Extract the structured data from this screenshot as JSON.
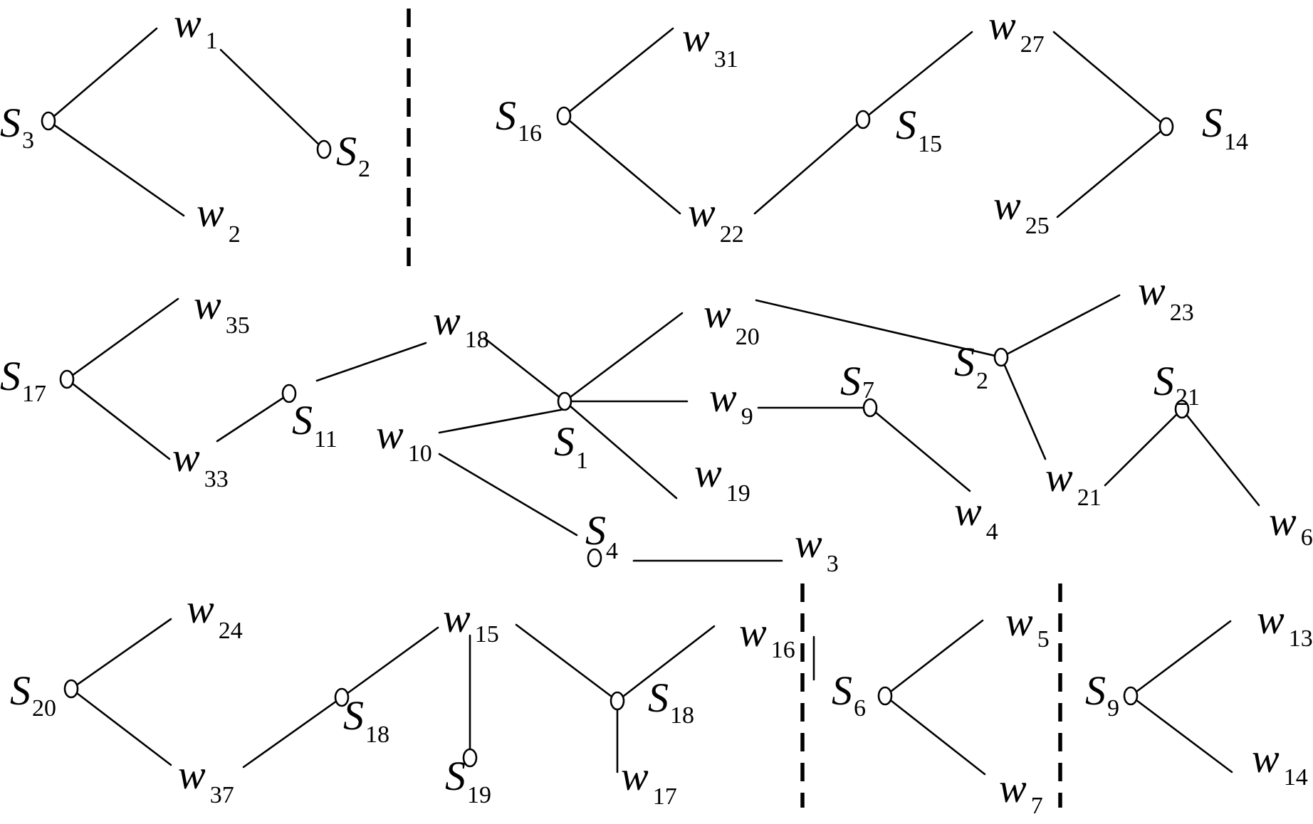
{
  "diagram": {
    "colors": {
      "line": "#000000",
      "background": "#ffffff"
    },
    "labels": {
      "s3": {
        "base": "S",
        "sub": "3"
      },
      "s2a": {
        "base": "S",
        "sub": "2"
      },
      "w1": {
        "base": "w",
        "sub": "1"
      },
      "w2": {
        "base": "w",
        "sub": "2"
      },
      "s16": {
        "base": "S",
        "sub": "16"
      },
      "w31": {
        "base": "w",
        "sub": "31"
      },
      "w22": {
        "base": "w",
        "sub": "22"
      },
      "s15": {
        "base": "S",
        "sub": "15"
      },
      "w27": {
        "base": "w",
        "sub": "27"
      },
      "s14": {
        "base": "S",
        "sub": "14"
      },
      "w25": {
        "base": "w",
        "sub": "25"
      },
      "s17": {
        "base": "S",
        "sub": "17"
      },
      "w35": {
        "base": "w",
        "sub": "35"
      },
      "w33": {
        "base": "w",
        "sub": "33"
      },
      "s11": {
        "base": "S",
        "sub": "11"
      },
      "w18": {
        "base": "w",
        "sub": "18"
      },
      "s1": {
        "base": "S",
        "sub": "1"
      },
      "w10": {
        "base": "w",
        "sub": "10"
      },
      "w20": {
        "base": "w",
        "sub": "20"
      },
      "w9": {
        "base": "w",
        "sub": "9"
      },
      "w19": {
        "base": "w",
        "sub": "19"
      },
      "s4": {
        "base": "S",
        "sub": "4"
      },
      "w3": {
        "base": "w",
        "sub": "3"
      },
      "s7": {
        "base": "S",
        "sub": "7"
      },
      "w4": {
        "base": "w",
        "sub": "4"
      },
      "s2b": {
        "base": "S",
        "sub": "2"
      },
      "w23": {
        "base": "w",
        "sub": "23"
      },
      "w21": {
        "base": "w",
        "sub": "21"
      },
      "s21": {
        "base": "S",
        "sub": "21"
      },
      "w6": {
        "base": "w",
        "sub": "6"
      },
      "s20": {
        "base": "S",
        "sub": "20"
      },
      "w24": {
        "base": "w",
        "sub": "24"
      },
      "w37": {
        "base": "w",
        "sub": "37"
      },
      "s18a": {
        "base": "S",
        "sub": "18"
      },
      "w15": {
        "base": "w",
        "sub": "15"
      },
      "s19": {
        "base": "S",
        "sub": "19"
      },
      "s18b": {
        "base": "S",
        "sub": "18"
      },
      "w16": {
        "base": "w",
        "sub": "16"
      },
      "w17": {
        "base": "w",
        "sub": "17"
      },
      "s6": {
        "base": "S",
        "sub": "6"
      },
      "w5": {
        "base": "w",
        "sub": "5"
      },
      "w7": {
        "base": "w",
        "sub": "7"
      },
      "s9": {
        "base": "S",
        "sub": "9"
      },
      "w13": {
        "base": "w",
        "sub": "13"
      },
      "w14": {
        "base": "w",
        "sub": "14"
      }
    }
  }
}
